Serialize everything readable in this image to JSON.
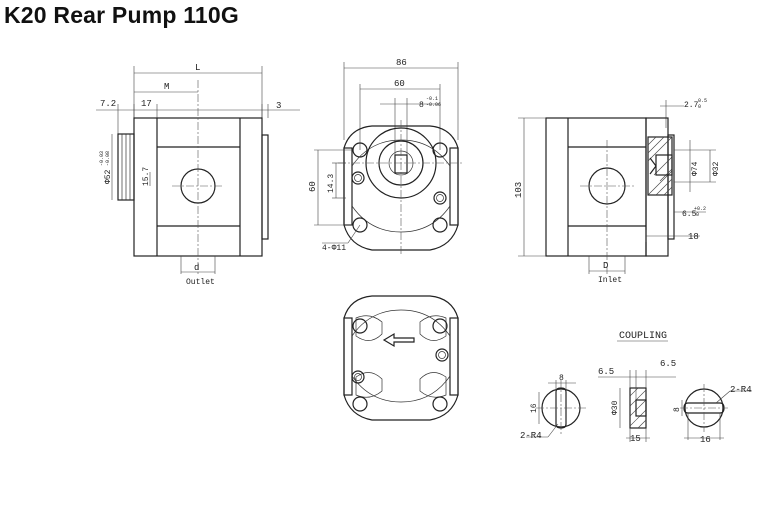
{
  "title": "K20 Rear Pump 110G",
  "labels": {
    "L": "L",
    "M": "M",
    "d": "d",
    "D": "D",
    "outlet": "Outlet",
    "inlet": "Inlet",
    "coupling": "COUPLING",
    "two_r4_left": "2-R4",
    "two_r4_right": "2-R4",
    "four_phi11": "4-Φ11"
  },
  "dims": {
    "d7_2": "7.2",
    "d17": "17",
    "d3": "3",
    "phi52": "Φ52",
    "phi52_tol_upper": "-0.03",
    "phi52_tol_lower": "-0.08",
    "d15_7": "15.7",
    "d86": "86",
    "d60_top": "60",
    "d8": "8",
    "d8_tol_upper": "-0.1",
    "d8_tol_lower": "-0.06",
    "d14_3": "14.3",
    "d60_side": "60",
    "d2_7": "2.7",
    "d2_7_tol": "0.5",
    "d2_7_tol2": "0",
    "d103": "103",
    "phi74": "Φ74",
    "phi32": "Φ32",
    "d6_5_right": "6.5",
    "d6_5_tol_upper": "+0.2",
    "d6_5_tol_lower": "0",
    "d18": "18",
    "c_8_left": "8",
    "c_16_left": "16",
    "c_6_5_a": "6.5",
    "c_6_5_b": "6.5",
    "c_phi30": "Φ30",
    "c_15": "15",
    "c_8_right": "8",
    "c_16_right": "16"
  }
}
